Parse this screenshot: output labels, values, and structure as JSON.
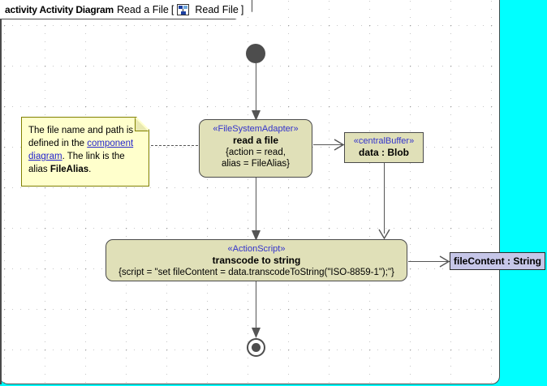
{
  "diagram": {
    "title_keyword": "activity Activity Diagram",
    "title_name": "Read a File",
    "bracket_open": "[",
    "bracket_close": "]",
    "tab_icon": "diagram-icon",
    "tab_ref_label": "Read File",
    "canvas_background": "#ffffff",
    "outside_background": "#00ffff",
    "node_fill": "#e0e0b8",
    "note_fill": "#ffffcc",
    "object_fill": "#c6c6e8",
    "stereotype_color": "#3333cc",
    "line_color": "#555555"
  },
  "note": {
    "name": "note-component-diagram",
    "text_part_1": "The file name and path is defined in the ",
    "link_text": "component diagram",
    "text_part_2": ". The link is the alias ",
    "bold_text": "FileAlias",
    "text_part_3": "."
  },
  "nodes": [
    {
      "id": "start",
      "kind": "initial-node",
      "label": ""
    },
    {
      "id": "read-a-file",
      "kind": "action",
      "stereotype": "«FileSystemAdapter»",
      "name": "read a file",
      "body_line_1": "{action = read,",
      "body_line_2": "alias = FileAlias}"
    },
    {
      "id": "central-buffer",
      "kind": "object-node",
      "stereotype": "«centralBuffer»",
      "name": "data : Blob"
    },
    {
      "id": "transcode",
      "kind": "action",
      "stereotype": "«ActionScript»",
      "name": "transcode to string",
      "body_line_1": "{script = \"set fileContent = data.transcodeToString(\"ISO-8859-1\");\"}"
    },
    {
      "id": "filecontent",
      "kind": "object-node",
      "name": "fileContent : String"
    },
    {
      "id": "end",
      "kind": "final-node",
      "label": ""
    }
  ],
  "edges": [
    {
      "id": "start-to-read",
      "from": "start",
      "to": "read-a-file",
      "style": "solid",
      "arrow": "filled"
    },
    {
      "id": "note-to-read",
      "from": "note",
      "to": "read-a-file",
      "style": "dashed",
      "arrow": "none"
    },
    {
      "id": "read-to-buffer",
      "from": "read-a-file",
      "to": "central-buffer",
      "style": "solid",
      "arrow": "open"
    },
    {
      "id": "read-to-transcode",
      "from": "read-a-file",
      "to": "transcode",
      "style": "solid",
      "arrow": "filled"
    },
    {
      "id": "buffer-to-transcode",
      "from": "central-buffer",
      "to": "transcode",
      "style": "solid",
      "arrow": "open"
    },
    {
      "id": "transcode-to-file",
      "from": "transcode",
      "to": "filecontent",
      "style": "solid",
      "arrow": "open"
    },
    {
      "id": "transcode-to-end",
      "from": "transcode",
      "to": "end",
      "style": "solid",
      "arrow": "filled"
    }
  ]
}
